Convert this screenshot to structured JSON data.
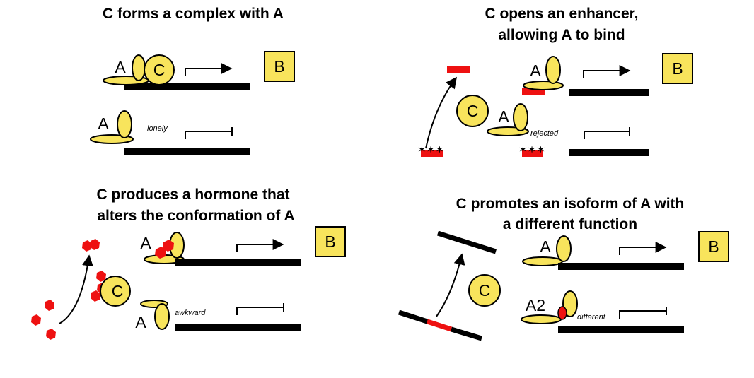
{
  "panels": {
    "complex": {
      "title": "C forms a complex with A",
      "label_a_top": "A",
      "label_c": "C",
      "label_a_bottom": "A",
      "note": "lonely",
      "gene_box": "B"
    },
    "enhancer": {
      "title_line1": "C opens an enhancer,",
      "title_line2": "allowing A to bind",
      "label_c": "C",
      "label_a_top": "A",
      "label_a_bottom": "A",
      "note": "rejected",
      "gene_box": "B"
    },
    "hormone": {
      "title_line1": "C produces a hormone that",
      "title_line2": "alters the conformation of A",
      "label_c": "C",
      "label_a_top": "A",
      "label_a_bottom": "A",
      "note": "awkward",
      "gene_box": "B"
    },
    "isoform": {
      "title_line1": "C promotes an isoform of A with",
      "title_line2": "a different function",
      "label_c": "C",
      "label_a_top": "A",
      "label_a_bottom": "A2",
      "note": "different",
      "gene_box": "B"
    }
  },
  "colors": {
    "protein": "#f8e45c",
    "dna": "#000000",
    "marker": "#ee1111",
    "outline": "#000000"
  }
}
